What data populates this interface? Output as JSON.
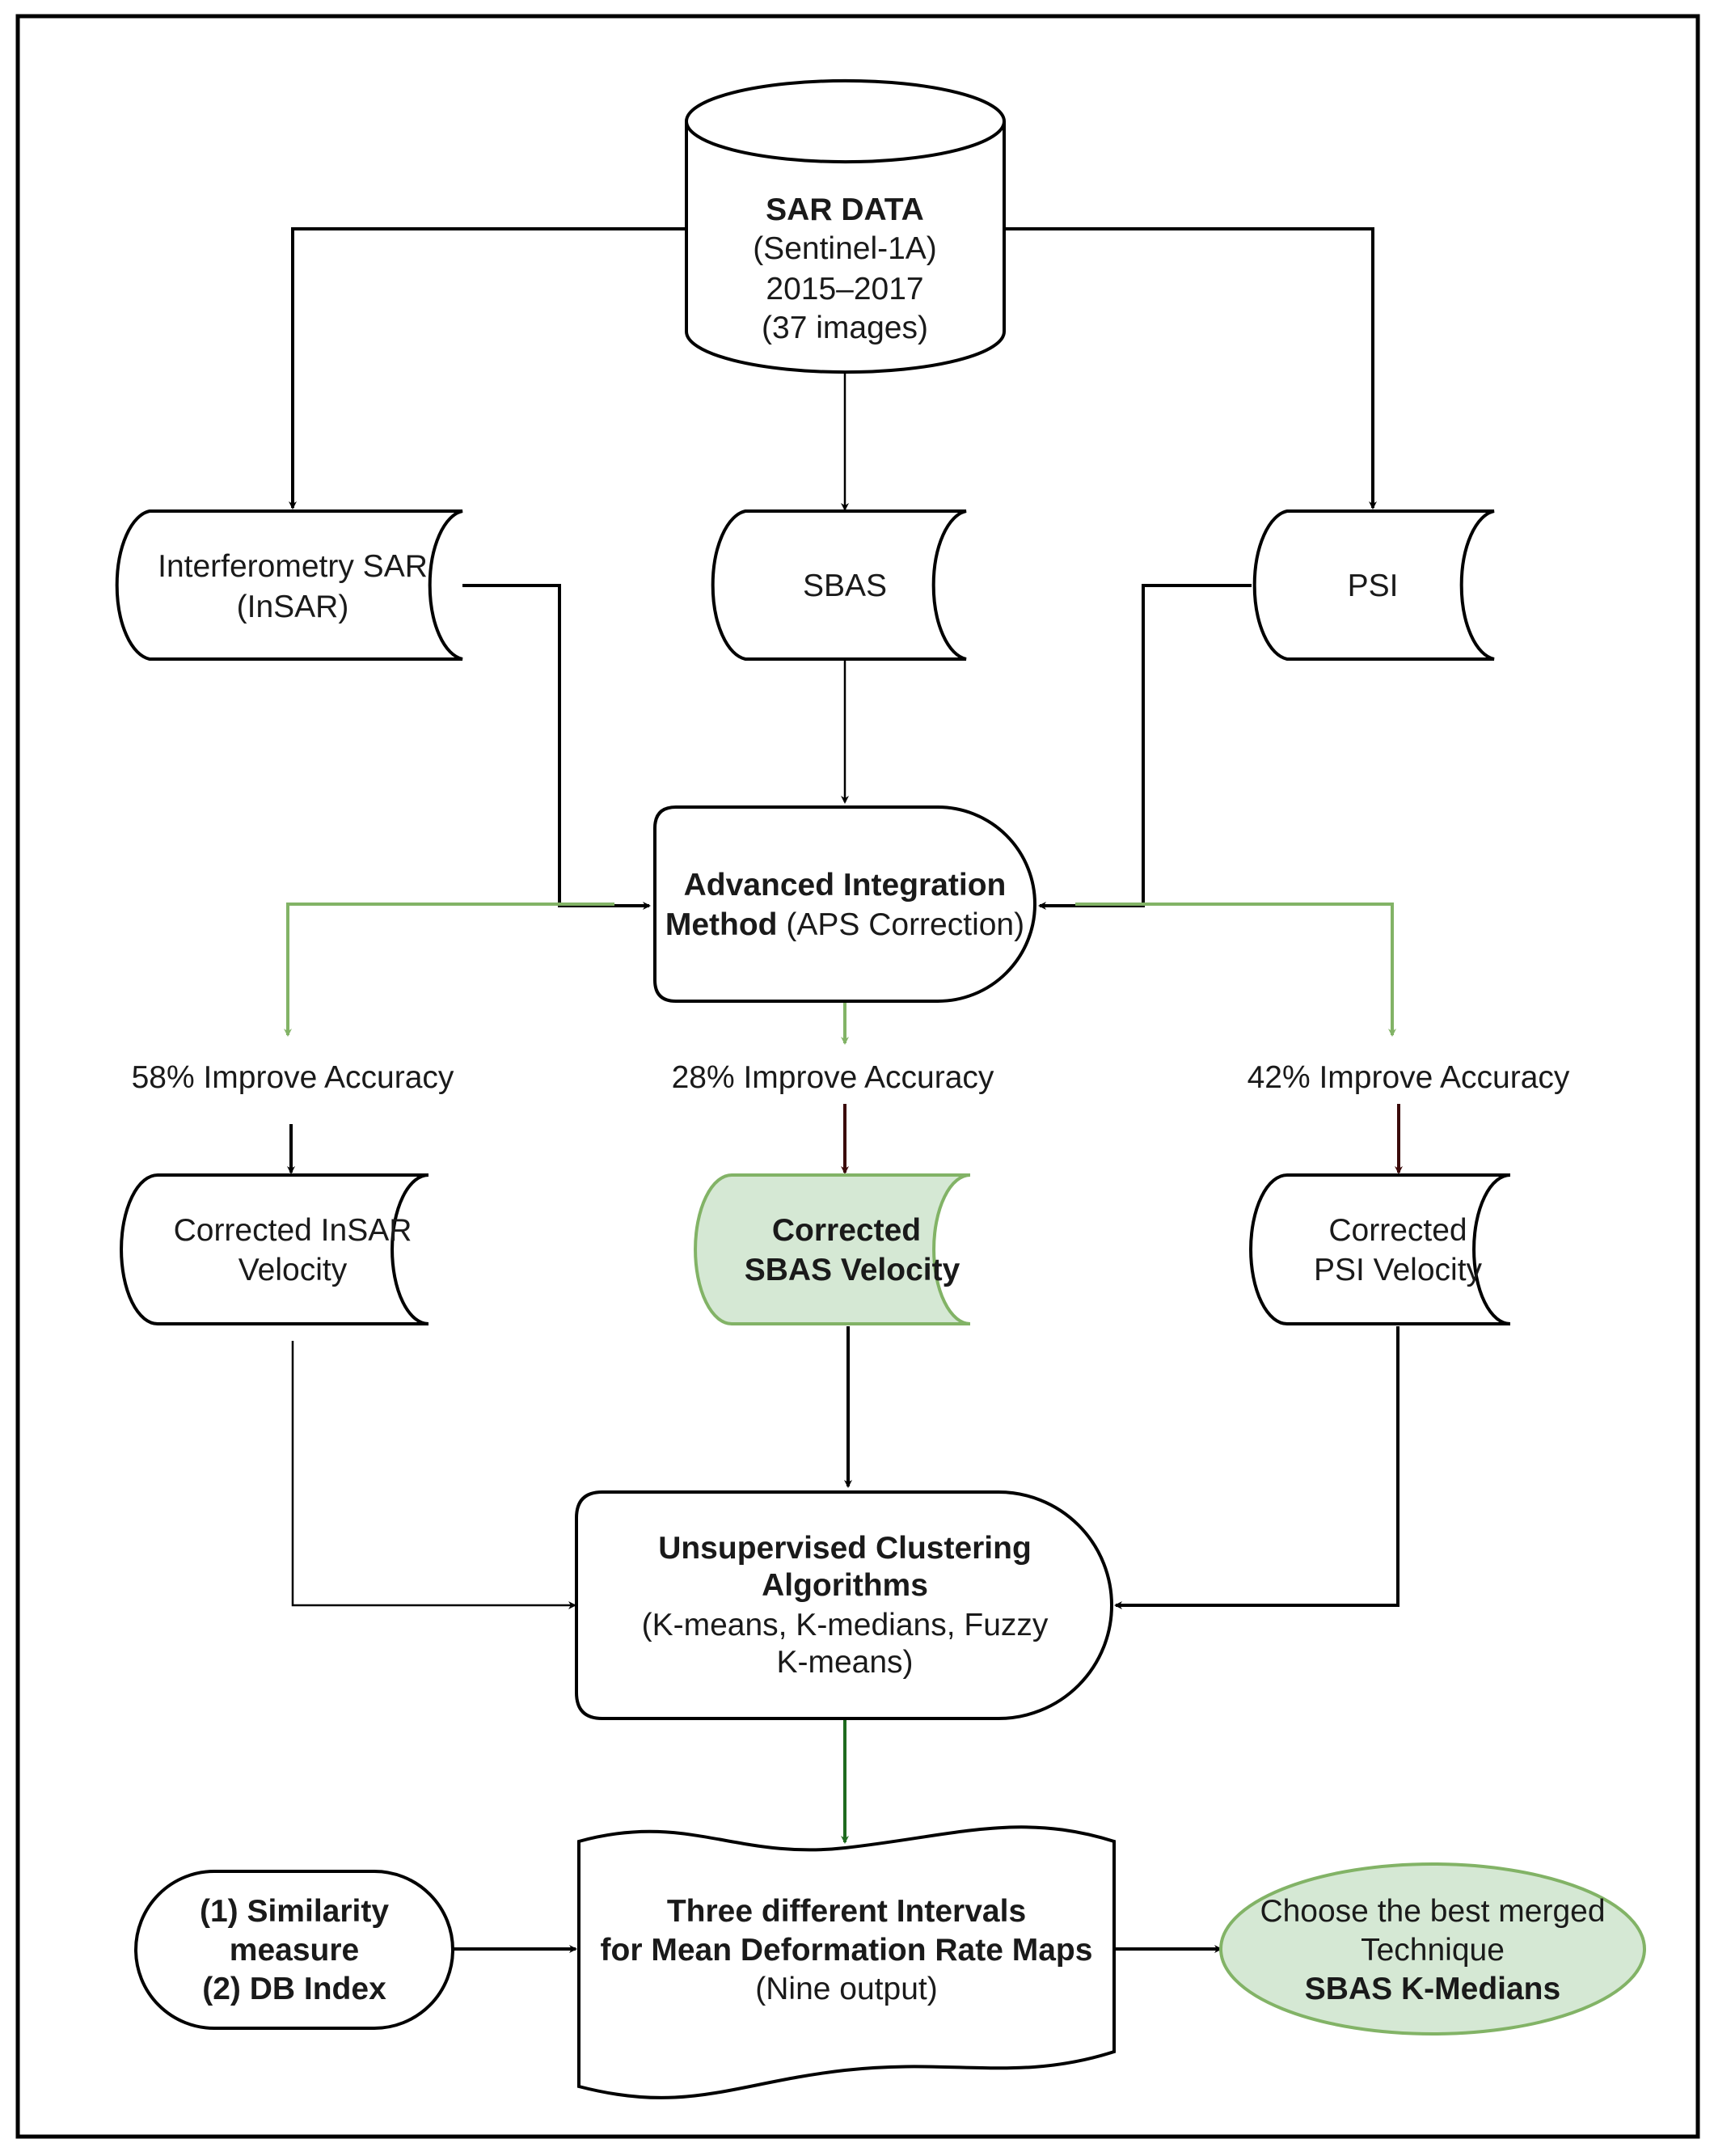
{
  "sar_data": {
    "title": "SAR DATA",
    "line1": "(Sentinel-1A)",
    "line2": "2015–2017",
    "line3": "(37 images)"
  },
  "methods": {
    "insar_line1": "Interferometry SAR",
    "insar_line2": "(InSAR)",
    "sbas": "SBAS",
    "psi": "PSI"
  },
  "integration": {
    "line1": "Advanced Integration",
    "line2_bold": "Method",
    "line2_regular": "(APS Correction)"
  },
  "accuracy": {
    "insar": "58% Improve Accuracy",
    "sbas": "28% Improve Accuracy",
    "psi": "42% Improve Accuracy"
  },
  "corrected": {
    "insar_line1": "Corrected InSAR",
    "insar_line2": "Velocity",
    "sbas_line1": "Corrected",
    "sbas_line2": "SBAS Velocity",
    "psi_line1": "Corrected",
    "psi_line2": "PSI Velocity"
  },
  "clustering": {
    "line1": "Unsupervised Clustering",
    "line2": "Algorithms",
    "line3": "(K-means, K-medians, Fuzzy",
    "line4": "K-means)"
  },
  "validation": {
    "line1": "(1) Similarity",
    "line2": "measure",
    "line3": "(2) DB Index"
  },
  "intervals": {
    "line1": "Three different Intervals",
    "line2": "for Mean Deformation Rate Maps",
    "line3": "(Nine output)"
  },
  "result": {
    "line1": "Choose the best merged",
    "line2": "Technique",
    "line3": "SBAS K-Medians"
  },
  "colors": {
    "green_fill": "#d5e8d4",
    "green_stroke": "#82b366",
    "dark_red_arrow": "#3b0a0a",
    "dark_green_arrow": "#1f6b1f"
  }
}
